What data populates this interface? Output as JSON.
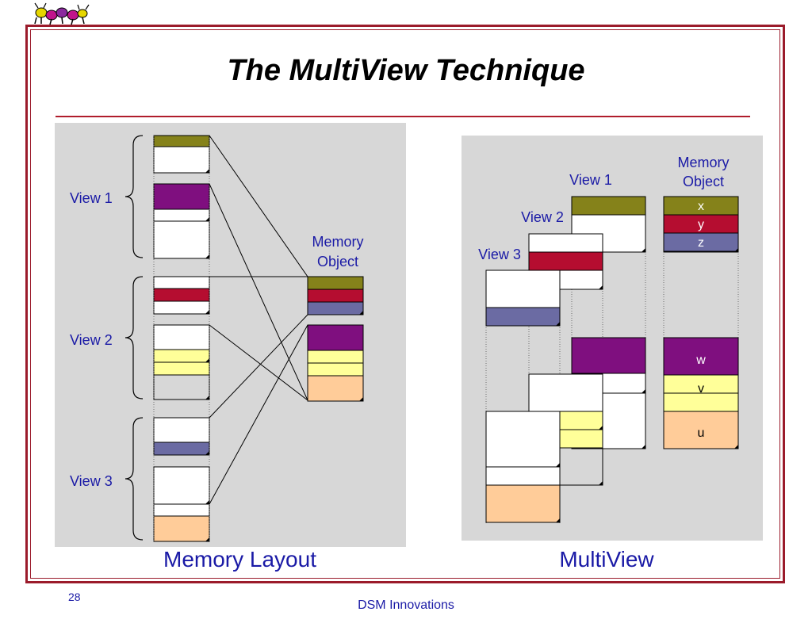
{
  "slide": {
    "title": "The MultiView Technique",
    "page_number": "28",
    "footer": "DSM Innovations"
  },
  "colors": {
    "olive": "#85821a",
    "crimson": "#b50d30",
    "slate": "#6b6ba3",
    "purple": "#7f0f7f",
    "pale_yellow": "#ffff99",
    "peach": "#ffcc99",
    "label_blue": "#1a1aa6",
    "frame_red": "#9b1b2b"
  },
  "left_diagram": {
    "caption": "Memory Layout",
    "view1_label": "View 1",
    "view2_label": "View 2",
    "view3_label": "View 3",
    "memory_object_line1": "Memory",
    "memory_object_line2": "Object"
  },
  "right_diagram": {
    "caption": "MultiView",
    "view1_label": "View 1",
    "view2_label": "View 2",
    "view3_label": "View 3",
    "memory_object_line1": "Memory",
    "memory_object_line2": "Object",
    "var_x": "x",
    "var_y": "y",
    "var_z": "z",
    "var_w": "w",
    "var_v": "v",
    "var_u": "u"
  }
}
